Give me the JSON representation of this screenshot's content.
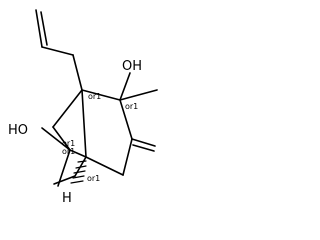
{
  "molecule": {
    "atom_labels": {
      "oh_top": "OH",
      "ho_left": "HO",
      "h_bottom": "H"
    },
    "stereo_labels": {
      "c1": "or1",
      "c2": "or1",
      "c8a": "or1",
      "c8b": "or1",
      "c5": "or1"
    },
    "colors": {
      "bond": "#000000",
      "text": "#000000",
      "background": "#ffffff"
    }
  }
}
